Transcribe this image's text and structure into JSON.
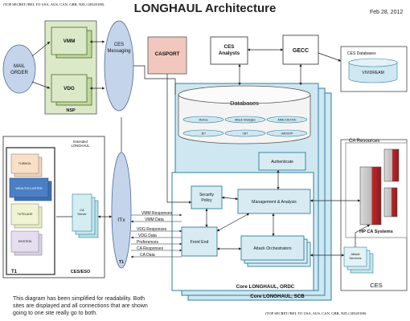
{
  "header": {
    "classification": "(TOP SECRET//REL TO USA, AUS, CAN, GBR, NZL//20320108)",
    "title": "LONGHAUL Architecture",
    "date": "Feb 28, 2012"
  },
  "footer": {
    "note_lines": [
      "This diagram has been simplified for readability.  Both",
      "sites are displayed and all connections that are shown",
      "going to one site really go to both."
    ],
    "classification": "(TOP SECRET//REL TO USA, AUS, CAN, GBR, NZL//20320108)"
  },
  "nodes": {
    "mail_order": [
      "MAIL",
      "ORDER"
    ],
    "vmm": "VMM",
    "vdg": "VDG",
    "nsp": "NSP",
    "ces_messaging": [
      "CES",
      "Messaging"
    ],
    "casport": "CASPORT",
    "ces_analysts": [
      "CES",
      "Analysts"
    ],
    "gecc": "GECC",
    "ces_databases": "CES Databases",
    "vividream": "VIVIDREAM",
    "databases": "Databases",
    "db_items": [
      "Mobius",
      "Attack Strategies",
      "ANALYZE/OVE",
      "JET",
      "CBT",
      "HADOOP"
    ],
    "authenticate": "Authenticate",
    "security_policy": [
      "Security",
      "Policy"
    ],
    "mgmt_analysis": "Management & Analysis",
    "front_end": "Front End",
    "attack_orchestrators": "Attack Orchestrators",
    "core_ordc": "Core LONGHAUL, ORDC",
    "core_scb": "Core LONGHAUL, SCB",
    "extended_longhaul": [
      "Extended",
      "LONGHAUL"
    ],
    "t1_items": [
      "TURMOIL",
      "WEALTHCLUSTER",
      "TUTELAGE",
      "EINSTEIN"
    ],
    "t1_box": "T1",
    "ca_server": [
      "CA",
      "Server"
    ],
    "ces_eso": "CES/ESO",
    "itx": "ITx",
    "t1_oval": "T1",
    "links": [
      "VMM Responses",
      "VMM Data",
      "VDG Responses",
      "VDG Data",
      "Preferences",
      "CA Responses",
      "CA Data"
    ],
    "ca_resources": "CA Resources",
    "hp_ca_systems": "HP CA Systems",
    "attack_services": [
      "Attack",
      "Services"
    ],
    "ces": "CES"
  },
  "colors": {
    "core_blue": "#cfe7f1",
    "core_border": "#2d7f9e",
    "box_blue": "#d8ebf3",
    "oval_blue": "#c4d4ea",
    "nsp_green": "#dce9c8",
    "vmm_green": "#c0d89e",
    "casport_red": "#f2c7bd",
    "server_red": "#c0292b"
  }
}
